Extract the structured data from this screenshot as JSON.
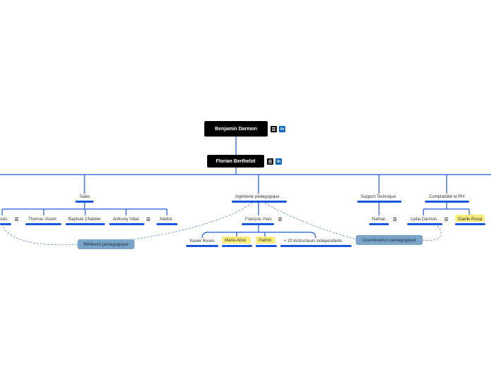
{
  "root": {
    "name": "Benjamin Darmon"
  },
  "ceo": {
    "name": "Florian Berthelot"
  },
  "departments": {
    "sales": "Sales",
    "ingenierie": "Ingénierie pédagogique",
    "support": "Support Technique",
    "compta": "Comptabilité et RH"
  },
  "people": {
    "sales_cut": "ssis",
    "thomas": "Thomas Visent",
    "baptiste": "Baptiste Chabrier",
    "anthony": "Anthony Vidal",
    "mathis": "Mathis",
    "francois": "François Yves",
    "xavier": "Xavier Roses",
    "marie": "Marie-Alice",
    "patrick": "Patrick",
    "instructeurs": "+ 20 Instructeurs indépendants",
    "nathan": "Nathan",
    "lydia": "Lydia Darmon",
    "gaelle": "Gaelle Rosal"
  },
  "callouts": {
    "referent": "Référent pédagogique",
    "coordination": "Coordination pédagogique"
  },
  "icons": {
    "menu": "menu-icon",
    "linkedin": "linkedin-icon"
  },
  "colors": {
    "connector": "#1a56db",
    "highlight": "#fcec7a",
    "callout": "#7ba4c9",
    "root_bg": "#000000"
  }
}
